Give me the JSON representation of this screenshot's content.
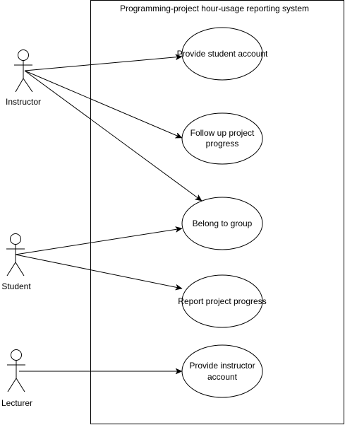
{
  "system": {
    "title": "Programming-project hour-usage reporting system"
  },
  "actors": [
    {
      "id": "instructor",
      "label": "Instructor"
    },
    {
      "id": "student",
      "label": "Student"
    },
    {
      "id": "lecturer",
      "label": "Lecturer"
    }
  ],
  "use_cases": [
    {
      "id": "provide-student-account",
      "lines": [
        "Provide student account"
      ]
    },
    {
      "id": "follow-up-project-progress",
      "lines": [
        "Follow up project",
        "progress"
      ]
    },
    {
      "id": "belong-to-group",
      "lines": [
        "Belong to group"
      ]
    },
    {
      "id": "report-project-progress",
      "lines": [
        "Report project progress"
      ]
    },
    {
      "id": "provide-instructor-account",
      "lines": [
        "Provide instructor",
        "account"
      ]
    }
  ],
  "associations": [
    {
      "from": "instructor",
      "to": "provide-student-account"
    },
    {
      "from": "instructor",
      "to": "follow-up-project-progress"
    },
    {
      "from": "instructor",
      "to": "belong-to-group"
    },
    {
      "from": "student",
      "to": "belong-to-group"
    },
    {
      "from": "student",
      "to": "report-project-progress"
    },
    {
      "from": "lecturer",
      "to": "provide-instructor-account"
    }
  ],
  "colors": {
    "line": "#000000",
    "background": "#ffffff"
  }
}
